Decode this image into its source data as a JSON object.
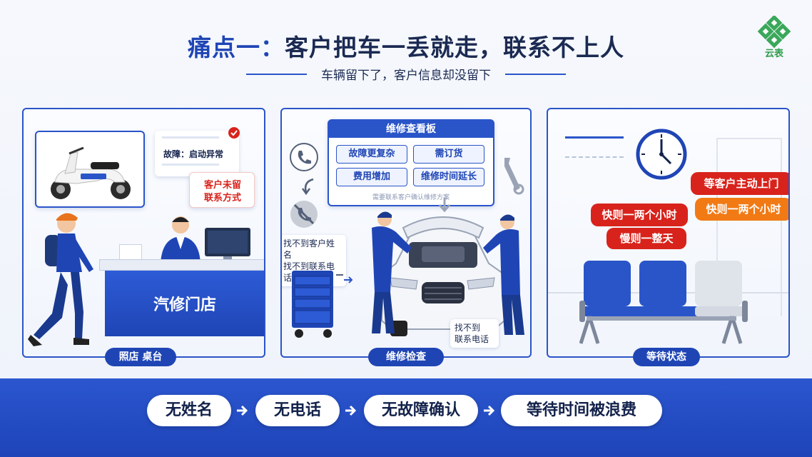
{
  "header": {
    "title_accent": "痛点一：",
    "title_main": "客户把车一丢就走，联系不上人",
    "subtitle": "车辆留下了，客户信息却没留下",
    "logo_text": "云表"
  },
  "panel1": {
    "label": "照店 桌台",
    "fault_note": "故障：启动异常",
    "warning_line1": "客户未留",
    "warning_line2": "联系方式",
    "counter_sign": "汽修门店"
  },
  "panel2": {
    "label": "维修检查",
    "board_title": "维修查看板",
    "board_items": [
      "故障更复杂",
      "需订货",
      "费用增加",
      "维修时间延长"
    ],
    "board_footnote": "需要联系客户确认维修方案",
    "note_left_line1": "找不到客户姓名",
    "note_left_line2": "找不到联系电话",
    "note_right_line1": "找不到",
    "note_right_line2": "联系电话"
  },
  "panel3": {
    "label": "等待状态",
    "bubble_wait": "等客户主动上门",
    "bubble_fast_orange": "快则一两个小时",
    "bubble_fast_red": "快则一两个小时",
    "bubble_slow": "慢则一整天"
  },
  "flow": {
    "steps": [
      "无姓名",
      "无电话",
      "无故障确认",
      "等待时间被浪费"
    ]
  },
  "colors": {
    "brand_blue": "#1f45b5",
    "alert_red": "#d8231c",
    "alert_orange": "#f27a14",
    "logo_green": "#2e9e4a"
  },
  "icons": [
    "logo-icon",
    "scooter-icon",
    "customer-walking-icon",
    "receptionist-icon",
    "monitor-icon",
    "phone-icon",
    "phone-disabled-icon",
    "wrench-icon",
    "tool-cart-icon",
    "car-icon",
    "mechanic-icon",
    "clock-icon",
    "waiting-chairs-icon",
    "check-badge-icon",
    "arrow-right-icon"
  ]
}
